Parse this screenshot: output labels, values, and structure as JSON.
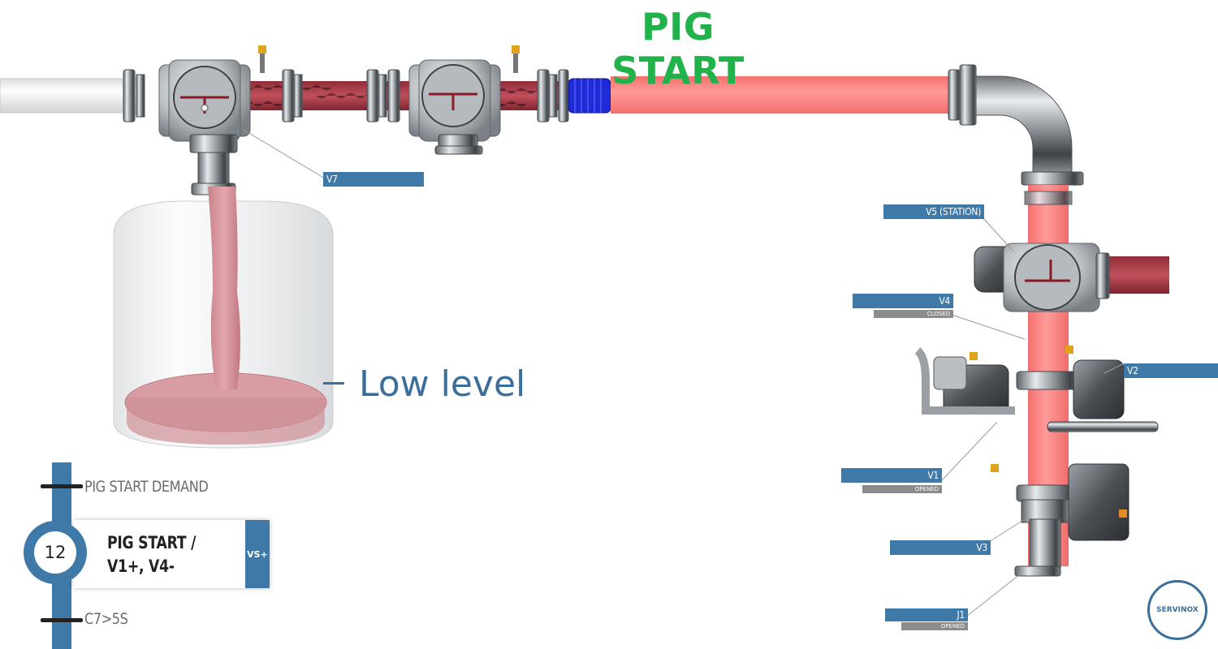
{
  "title": "PIG START",
  "annotation": "Low level",
  "valves": {
    "v7": "V7",
    "v5": "V5 (STATION)",
    "v4": "V4",
    "v4_state": "CLOSED",
    "v2": "V2",
    "v1": "V1",
    "v1_state": "OPENED",
    "v3": "V3",
    "j1": "J1",
    "j1_state": "OPENED"
  },
  "sequence": {
    "previous": "PIG START DEMAND",
    "step_number": "12",
    "step_title": "PIG START / V1+, V4-",
    "step_badge": "VS+",
    "next": "C7>5S"
  },
  "logo": "SERVINOX",
  "colors": {
    "title": "#21b24b",
    "accent": "#3f79a8",
    "pipe_flow": "#f47a78",
    "product": "#b0454f",
    "pig": "#1e2bd6"
  }
}
